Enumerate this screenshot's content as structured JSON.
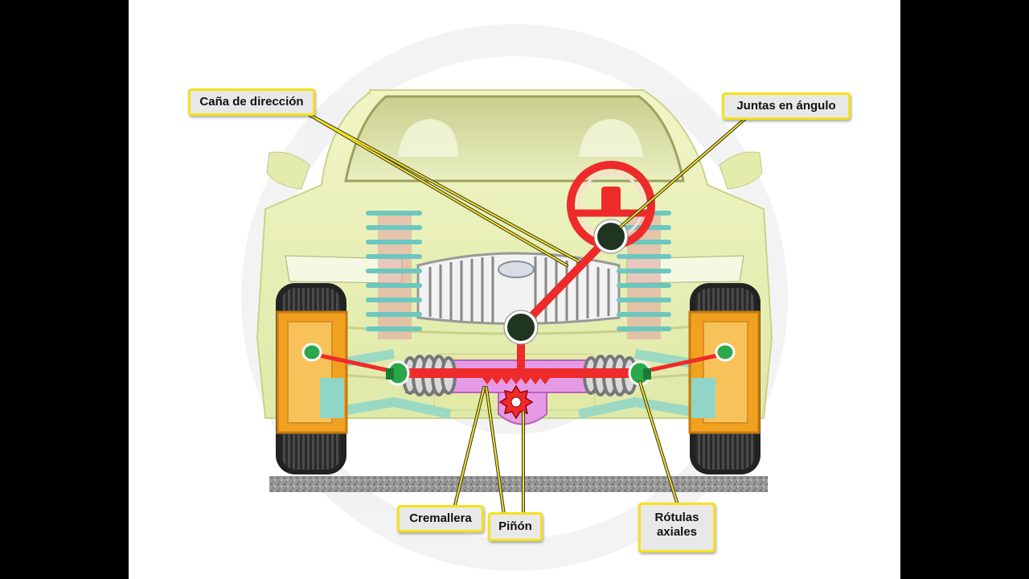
{
  "labels": {
    "steering_column": "Caña de dirección",
    "angle_joints": "Juntas en ángulo",
    "rack": "Cremallera",
    "pinion": "Piñón",
    "tie_rod_ends": "Rótulas\naxiales"
  },
  "colors": {
    "background": "#ffffff",
    "frame": "#000000",
    "label_fill": "#e8e8e8",
    "label_border": "#f4e21a",
    "steering_red": "#ee2a2a",
    "rack_pink": "#e69ae6",
    "joint_green": "#2aa84a",
    "spring_teal": "#6cc7c0",
    "hub_orange": "#f2a020",
    "car_body": "#ecf2b8"
  },
  "icons": [
    "steering-wheel-icon",
    "pinion-gear-icon",
    "joint-icon"
  ]
}
